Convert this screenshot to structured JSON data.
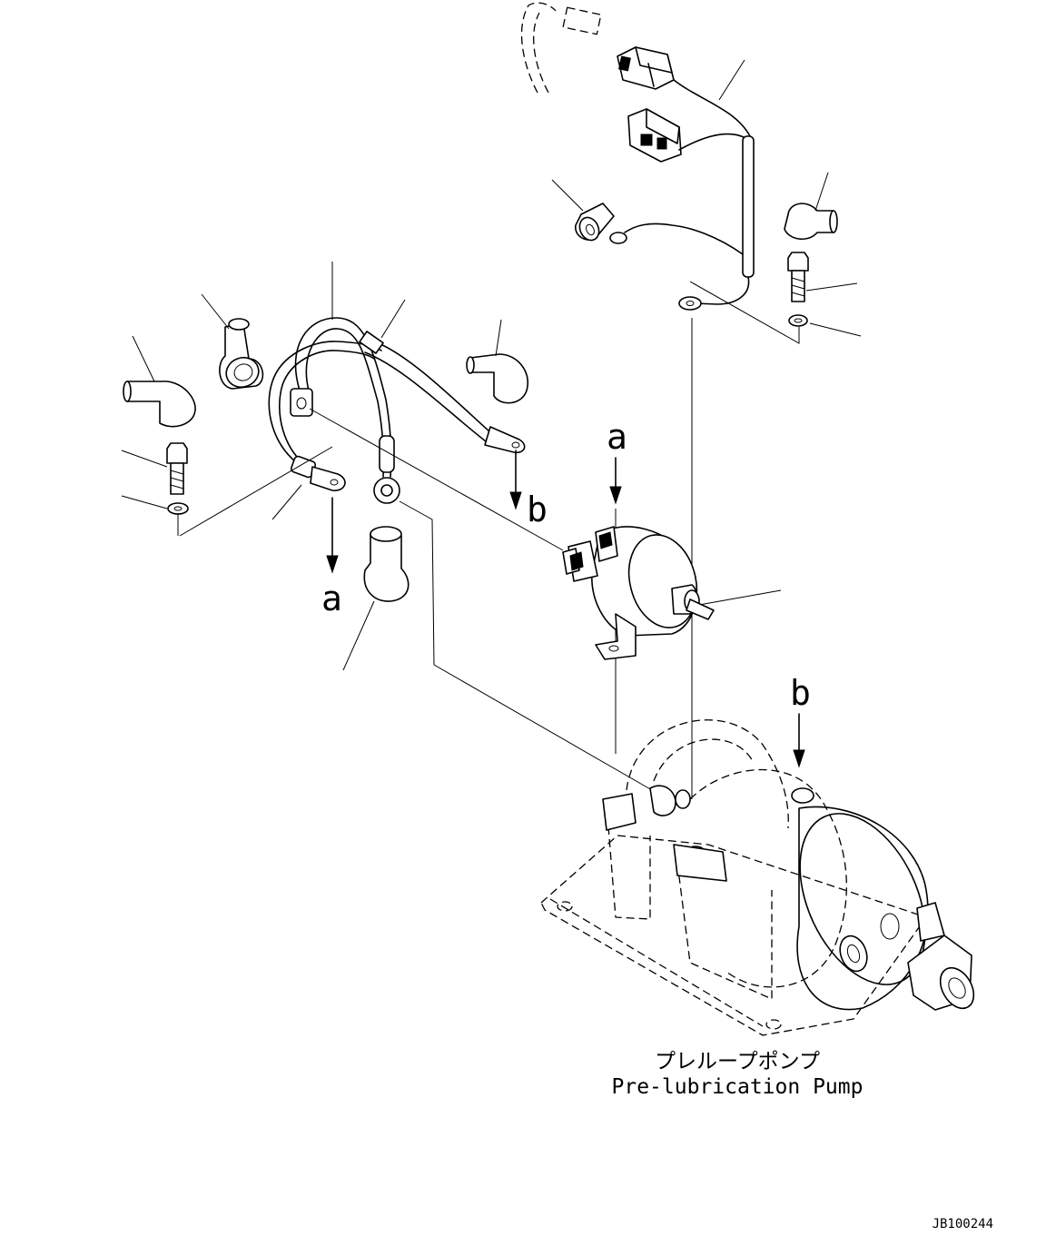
{
  "diagram": {
    "view_labels": {
      "a_source": "a",
      "a_target": "a",
      "b_source": "b",
      "b_target": "b"
    },
    "component_caption": {
      "japanese": "プレループポンプ",
      "english": "Pre-lubrication Pump"
    },
    "drawing_code": "JB100244"
  }
}
